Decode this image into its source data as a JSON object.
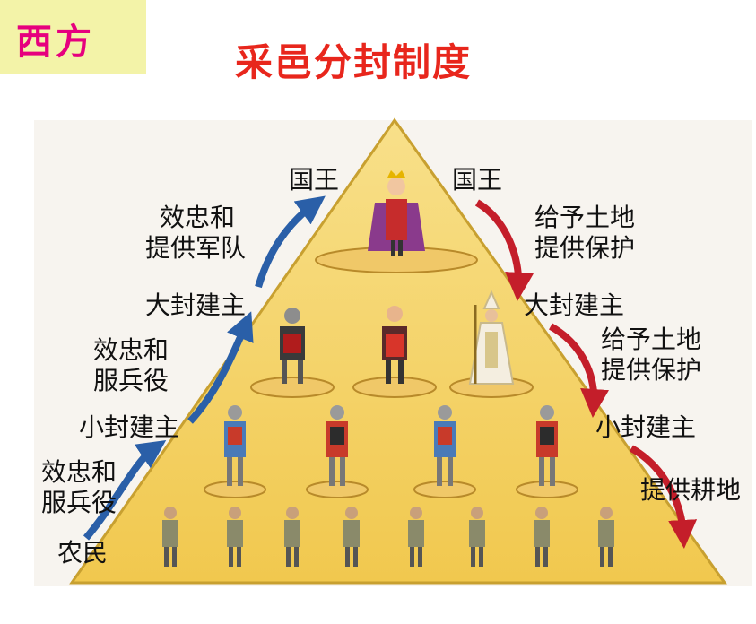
{
  "region_tag": "西方",
  "title": "采邑分封制度",
  "left_labels": {
    "king": "国王",
    "duty_1_line1": "效忠和",
    "duty_1_line2": "提供军队",
    "great_lord": "大封建主",
    "duty_2_line1": "效忠和",
    "duty_2_line2": "服兵役",
    "lesser_lord": "小封建主",
    "duty_3_line1": "效忠和",
    "duty_3_line2": "服兵役",
    "peasant": "农民"
  },
  "right_labels": {
    "king": "国王",
    "grant_1_line1": "给予土地",
    "grant_1_line2": "提供保护",
    "great_lord": "大封建主",
    "grant_2_line1": "给予土地",
    "grant_2_line2": "提供保护",
    "lesser_lord": "小封建主",
    "grant_3": "提供耕地"
  },
  "colors": {
    "pyramid_fill": "#f5d46a",
    "pyramid_edge": "#c8a030",
    "up_arrow": "#2a5fa8",
    "down_arrow": "#c41e2a",
    "title": "#e8261c",
    "tag_bg": "#f3f3a8",
    "tag_text": "#e6007e"
  },
  "icons": {
    "king_figure": "crowned-king-icon",
    "lord_figure": "armored-lord-icon",
    "bishop_figure": "bishop-icon",
    "knight_figure": "knight-icon",
    "peasant_figure": "peasant-icon"
  }
}
